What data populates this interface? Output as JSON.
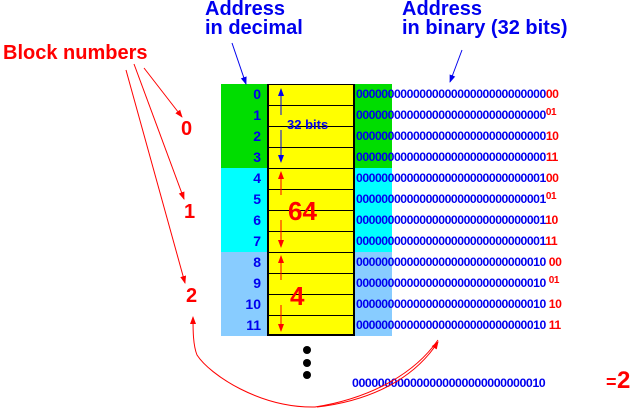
{
  "headers": {
    "decimal_line1": "Address",
    "decimal_line2": "in decimal",
    "binary_line1": "Address",
    "binary_line2": "in binary (32 bits)",
    "block_numbers": "Block numbers"
  },
  "blocks": [
    {
      "number": "0",
      "color": "#00dd00",
      "size_label": "32 bits",
      "rows": [
        0,
        1,
        2,
        3
      ]
    },
    {
      "number": "1",
      "color": "#00ffff",
      "size_label": "64",
      "rows": [
        4,
        5,
        6,
        7
      ]
    },
    {
      "number": "2",
      "color": "#88ccff",
      "size_label": "4",
      "rows": [
        8,
        9,
        10,
        11
      ]
    }
  ],
  "rows": [
    {
      "dec": "0",
      "bin_head": "000000000000000000000000000000",
      "bin_tail": "00"
    },
    {
      "dec": "1",
      "bin_head": "000000000000000000000000000000",
      "bin_tail": "01"
    },
    {
      "dec": "2",
      "bin_head": "000000000000000000000000000000",
      "bin_tail": "10"
    },
    {
      "dec": "3",
      "bin_head": "000000000000000000000000000000",
      "bin_tail": "11"
    },
    {
      "dec": "4",
      "bin_head": "000000000000000000000000000001",
      "bin_tail": "00"
    },
    {
      "dec": "5",
      "bin_head": "000000000000000000000000000001",
      "bin_tail": "01"
    },
    {
      "dec": "6",
      "bin_head": "000000000000000000000000000001",
      "bin_tail": "10"
    },
    {
      "dec": "7",
      "bin_head": "000000000000000000000000000001",
      "bin_tail": "11"
    },
    {
      "dec": "8",
      "bin_head": "000000000000000000000000000010 ",
      "bin_tail": "00"
    },
    {
      "dec": "9",
      "bin_head": "000000000000000000000000000010 ",
      "bin_tail": "01"
    },
    {
      "dec": "10",
      "bin_head": "000000000000000000000000000010 ",
      "bin_tail": "10"
    },
    {
      "dec": "11",
      "bin_head": "000000000000000000000000000010 ",
      "bin_tail": "11"
    }
  ],
  "summary": {
    "binary": "000000000000000000000000000010",
    "equals": "=",
    "value": "2"
  },
  "colors": {
    "cell": "#ffff00",
    "text_blue": "#0000ee",
    "text_red": "#ff0000"
  }
}
